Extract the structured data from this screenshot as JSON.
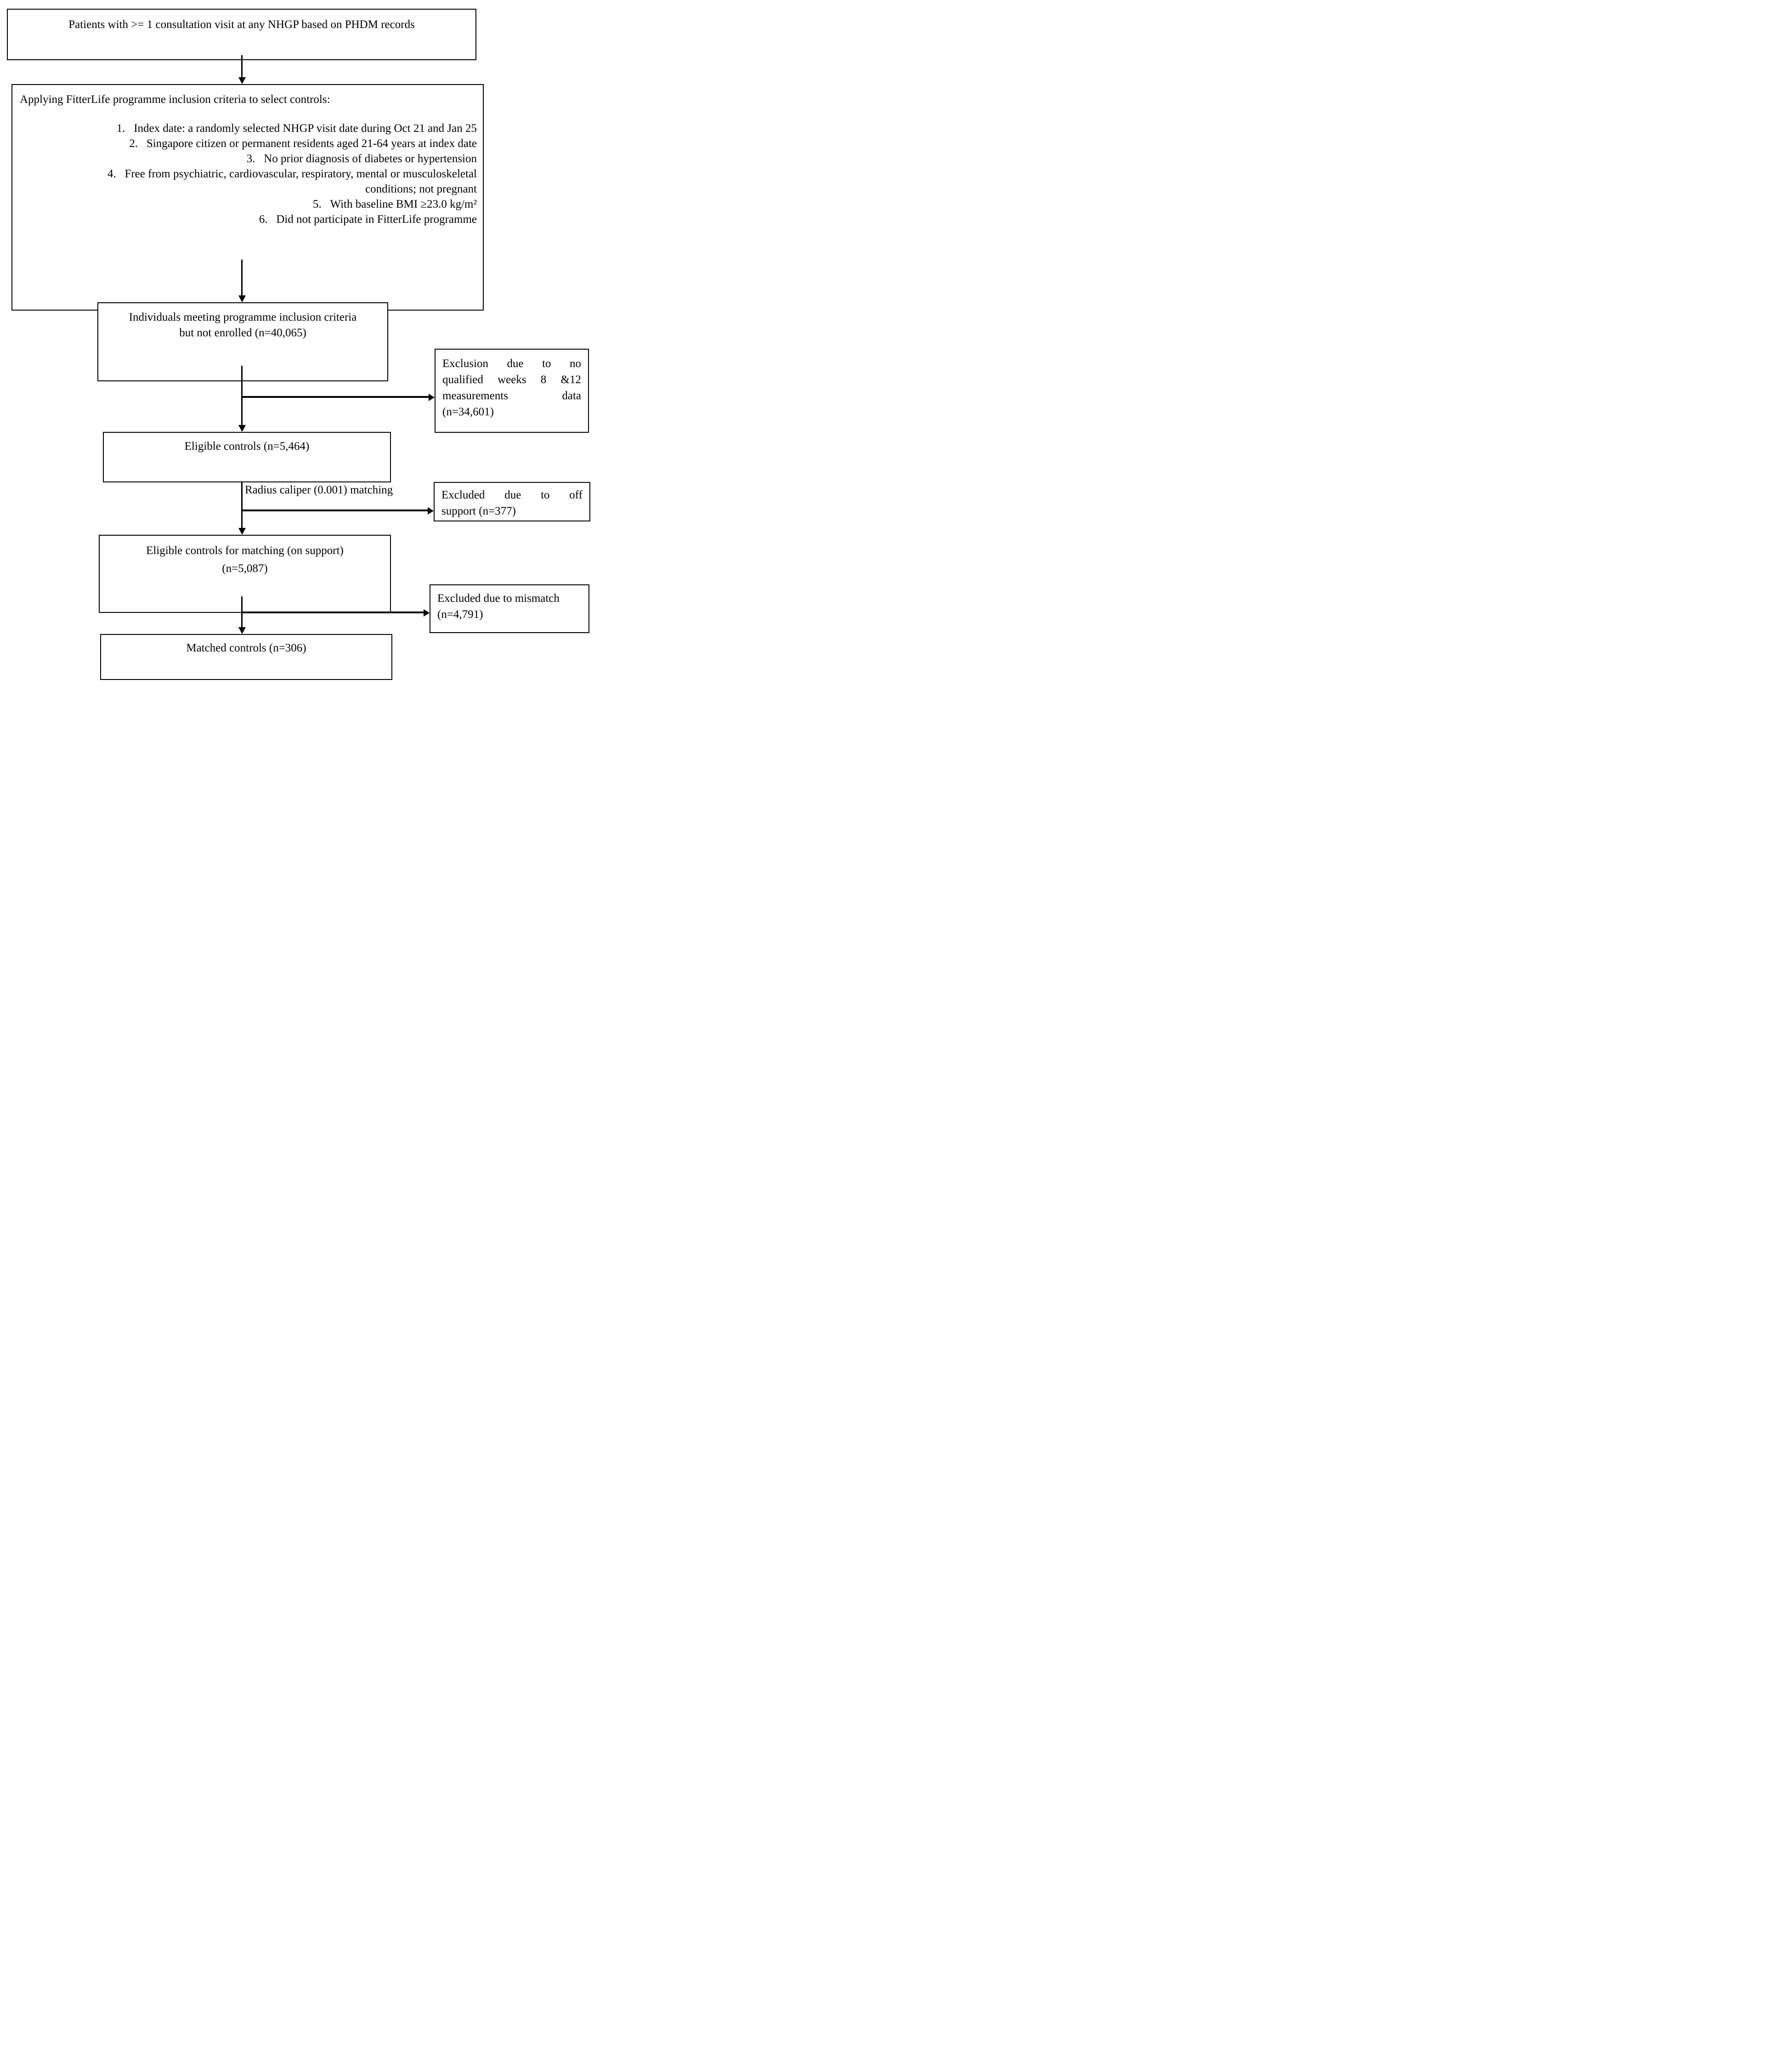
{
  "colors": {
    "ink": "#000000",
    "paper": "#ffffff"
  },
  "top_box": {
    "text": "Patients with >= 1 consultation visit at any NHGP based on PHDM records"
  },
  "criteria_box": {
    "title": "Applying FitterLife programme inclusion criteria to select controls:",
    "items": [
      "1.   Index date: a randomly selected NHGP visit date during Oct 21 and Jan 25",
      "2.   Singapore citizen or permanent residents aged 21-64 years at index date",
      "3.   No prior diagnosis of diabetes or hypertension",
      "4.   Free from psychiatric, cardiovascular, respiratory, mental or musculoskeletal",
      "conditions; not pregnant",
      "5.   With baseline BMI ≥23.0 kg/m²",
      "6.   Did not participate in FitterLife programme"
    ]
  },
  "individuals_box": {
    "line1": "Individuals meeting programme inclusion criteria",
    "line2": "but not enrolled (n=40,065)"
  },
  "exclusion_box": {
    "line1": "Exclusion due to no",
    "line2": "qualified weeks 8 &12",
    "line3": "measurements data",
    "line4": "(n=34,601)"
  },
  "eligible_box": {
    "text": "Eligible controls (n=5,464)"
  },
  "radius_label": {
    "text": "Radius caliper (0.001) matching"
  },
  "off_support_box": {
    "line1": "Excluded due to off",
    "line2": "support (n=377)"
  },
  "matching_box": {
    "line1": "Eligible controls for matching (on support)",
    "line2": "(n=5,087)"
  },
  "mismatch_box": {
    "line1": "Excluded due to mismatch",
    "line2": "(n=4,791)"
  },
  "matched_box": {
    "text": "Matched controls (n=306)"
  }
}
